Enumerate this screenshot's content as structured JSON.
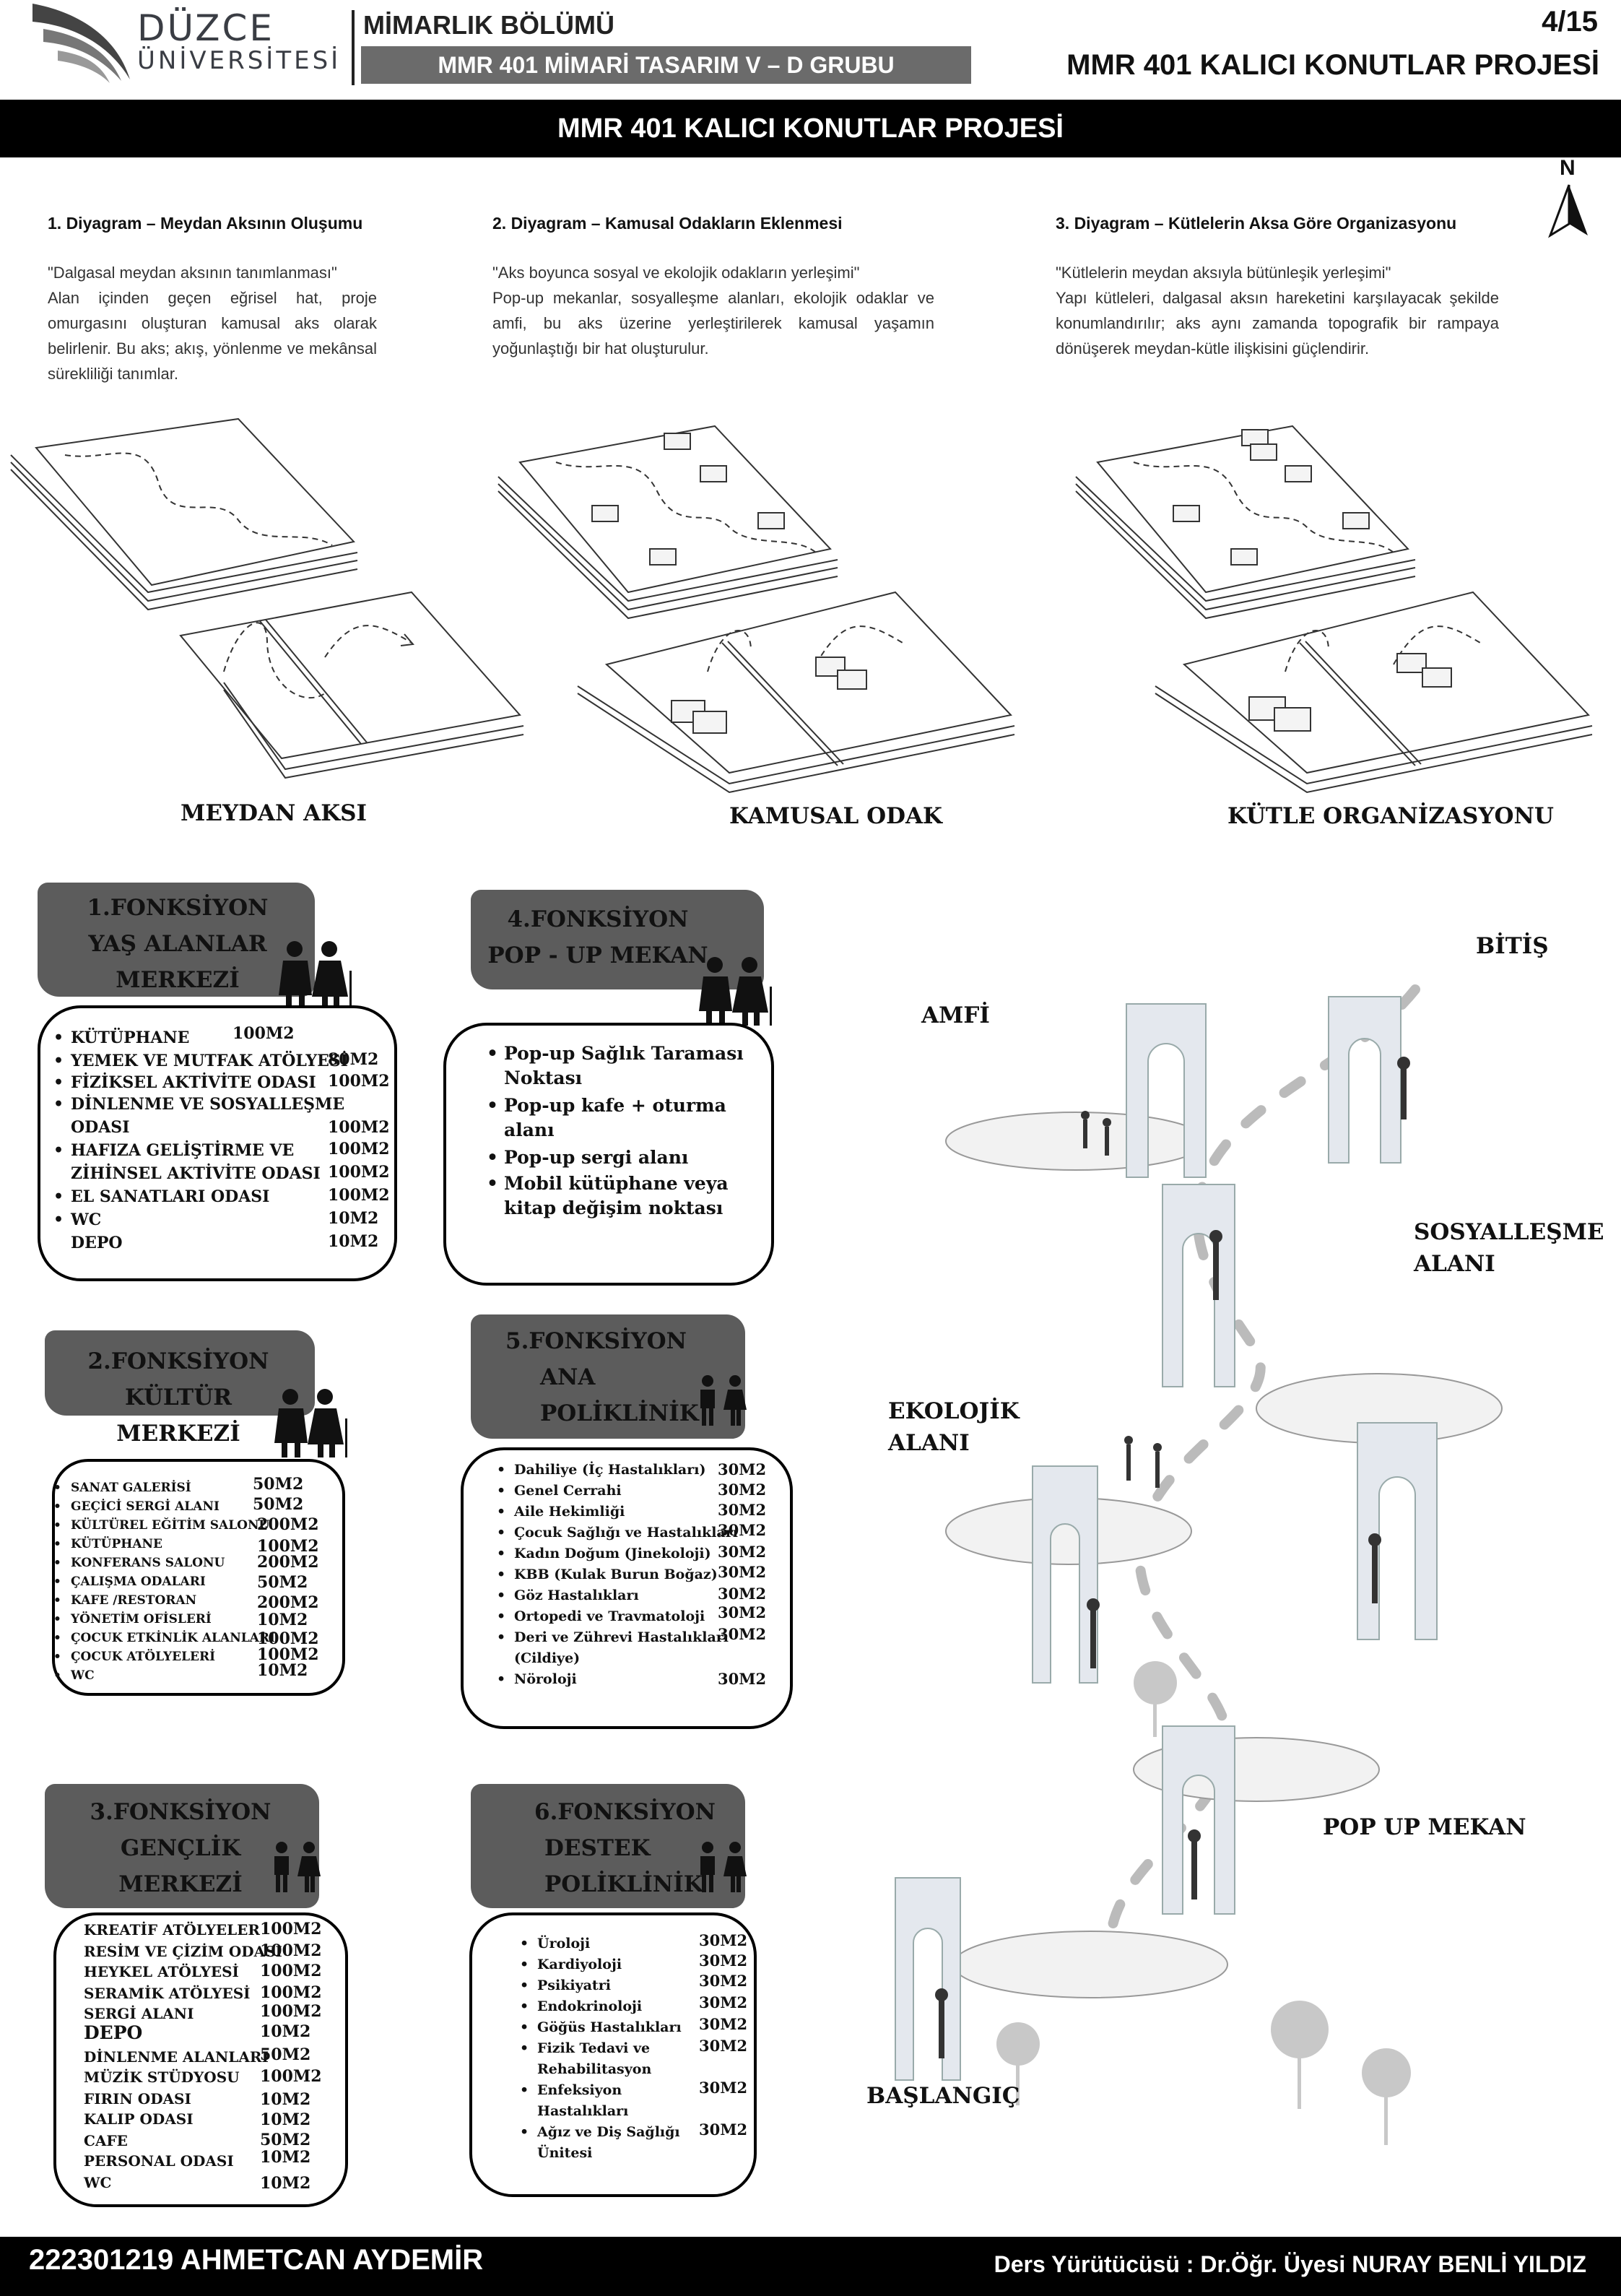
{
  "header": {
    "logo_name": "DÜZCE",
    "logo_sub": "ÜNİVERSİTESİ",
    "department": "MİMARLIK BÖLÜMÜ",
    "course": "MMR 401 MİMARİ TASARIM V – D GRUBU",
    "page": "4/15",
    "project_right": "MMR 401 KALICI KONUTLAR PROJESİ",
    "title_bar": "MMR 401 KALICI KONUTLAR PROJESİ",
    "north": "N"
  },
  "diagrams": [
    {
      "title": "1. Diyagram – Meydan Aksının Oluşumu",
      "quote": "\"Dalgasal meydan aksının tanımlanması\"",
      "text": "Alan içinden geçen eğrisel hat, proje omurgasını oluşturan kamusal aks olarak belirlenir. Bu aks; akış, yönlenme ve mekânsal sürekliliği tanımlar.",
      "label": "MEYDAN AKSI"
    },
    {
      "title": "2. Diyagram – Kamusal Odakların Eklenmesi",
      "quote": "\"Aks boyunca sosyal ve ekolojik odakların yerleşimi\"",
      "text": "Pop-up mekanlar, sosyalleşme alanları, ekolojik odaklar ve amfi, bu aks üzerine yerleştirilerek kamusal yaşamın yoğunlaştığı bir hat oluşturulur.",
      "label": "KAMUSAL ODAK"
    },
    {
      "title": "3. Diyagram – Kütlelerin Aksa Göre Organizasyonu",
      "quote": "\"Kütlelerin meydan aksıyla bütünleşik yerleşimi\"",
      "text": "Yapı kütleleri, dalgasal aksın hareketini karşılayacak şekilde konumlandırılır; aks aynı zamanda topografik bir rampaya dönüşerek meydan-kütle ilişkisini güçlendirir.",
      "label": "KÜTLE ORGANİZASYONU"
    }
  ],
  "functions": {
    "f1": {
      "title": [
        "1.FONKSİYON",
        "YAŞ ALANLAR",
        "MERKEZİ"
      ],
      "items": [
        "KÜTÜPHANE",
        "YEMEK VE MUTFAK ATÖLYESİ",
        "FİZİKSEL AKTİVİTE ODASI",
        "DİNLENME VE SOSYALLEŞME",
        "ODASI",
        "HAFIZA GELİŞTİRME VE",
        "ZİHİNSEL AKTİVİTE ODASI",
        "EL SANATLARI ODASI",
        "WC",
        "DEPO"
      ],
      "areas": [
        "100M2",
        "80M2",
        "100M2",
        "100M2",
        "100M2",
        "100M2",
        "100M2",
        "10M2",
        "10M2"
      ]
    },
    "f2": {
      "title": [
        "2.FONKSİYON",
        "KÜLTÜR MERKEZİ"
      ],
      "items": [
        "SANAT GALERİSİ",
        "GEÇİCİ SERGİ ALANI",
        "KÜLTÜREL EĞİTİM SALONU",
        "KÜTÜPHANE",
        "KONFERANS SALONU",
        "ÇALIŞMA ODALARI",
        "KAFE /RESTORAN",
        "YÖNETİM OFİSLERİ",
        "ÇOCUK ETKİNLİK ALANLARI",
        "ÇOCUK ATÖLYELERİ",
        "WC"
      ],
      "areas": [
        "50M2",
        "50M2",
        "200M2",
        "100M2",
        "200M2",
        "50M2",
        "200M2",
        "10M2",
        "100M2",
        "100M2",
        "10M2"
      ]
    },
    "f3": {
      "title": [
        "3.FONKSİYON",
        "GENÇLİK",
        "MERKEZİ"
      ],
      "items": [
        "KREATİF ATÖLYELER",
        "RESİM VE ÇİZİM ODASI",
        "HEYKEL ATÖLYESİ",
        "SERAMİK ATÖLYESİ",
        "SERGİ ALANI",
        "DEPO",
        "DİNLENME ALANLARI",
        "MÜZİK STÜDYOSU",
        "FIRIN ODASI",
        "KALIP ODASI",
        "CAFE",
        "PERSONAL ODASI",
        "WC"
      ],
      "areas": [
        "100M2",
        "100M2",
        "100M2",
        "100M2",
        "100M2",
        "10M2",
        "50M2",
        "100M2",
        "10M2",
        "10M2",
        "50M2",
        "10M2",
        "10M2"
      ]
    },
    "f4": {
      "title": [
        "4.FONKSİYON",
        "POP - UP MEKAN"
      ],
      "items": [
        "Pop-up Sağlık Taraması",
        "Noktası",
        "Pop-up kafe + oturma",
        "alanı",
        "Pop-up sergi alanı",
        "Mobil kütüphane veya",
        "kitap değişim noktası"
      ]
    },
    "f5": {
      "title": [
        "5.FONKSİYON",
        "ANA",
        "POLİKLİNİK"
      ],
      "items": [
        "Dahiliye (İç Hastalıkları)",
        "Genel Cerrahi",
        "Aile Hekimliği",
        "Çocuk Sağlığı ve Hastalıkları",
        "Kadın Doğum (Jinekoloji)",
        "KBB (Kulak Burun Boğaz)",
        "Göz Hastalıkları",
        "Ortopedi ve Travmatoloji",
        "Deri ve Zührevi Hastalıkları",
        "(Cildiye)",
        "Nöroloji"
      ],
      "areas": [
        "30M2",
        "30M2",
        "30M2",
        "30M2",
        "30M2",
        "30M2",
        "30M2",
        "30M2",
        "30M2",
        "30M2"
      ]
    },
    "f6": {
      "title": [
        "6.FONKSİYON",
        "DESTEK",
        "POLİKLİNİK"
      ],
      "items": [
        "Üroloji",
        "Kardiyoloji",
        "Psikiyatri",
        "Endokrinoloji",
        "Göğüs Hastalıkları",
        "Fizik Tedavi ve",
        "Rehabilitasyon",
        "Enfeksiyon",
        "Hastalıkları",
        "Ağız ve Diş Sağlığı",
        "Ünitesi"
      ],
      "areas": [
        "30M2",
        "30M2",
        "30M2",
        "30M2",
        "30M2",
        "30M2",
        "30M2",
        "30M2"
      ]
    }
  },
  "perspective_labels": {
    "end": "BİTİŞ",
    "amfi": "AMFİ",
    "social1": "SOSYALLEŞME",
    "social2": "ALANI",
    "eco1": "EKOLOJİK",
    "eco2": "ALANI",
    "popup": "POP UP MEKAN",
    "start": "BAŞLANGIÇ"
  },
  "footer": {
    "student": "222301219 AHMETCAN AYDEMİR",
    "instructor": "Ders Yürütücüsü : Dr.Öğr. Üyesi NURAY BENLİ YILDIZ"
  }
}
